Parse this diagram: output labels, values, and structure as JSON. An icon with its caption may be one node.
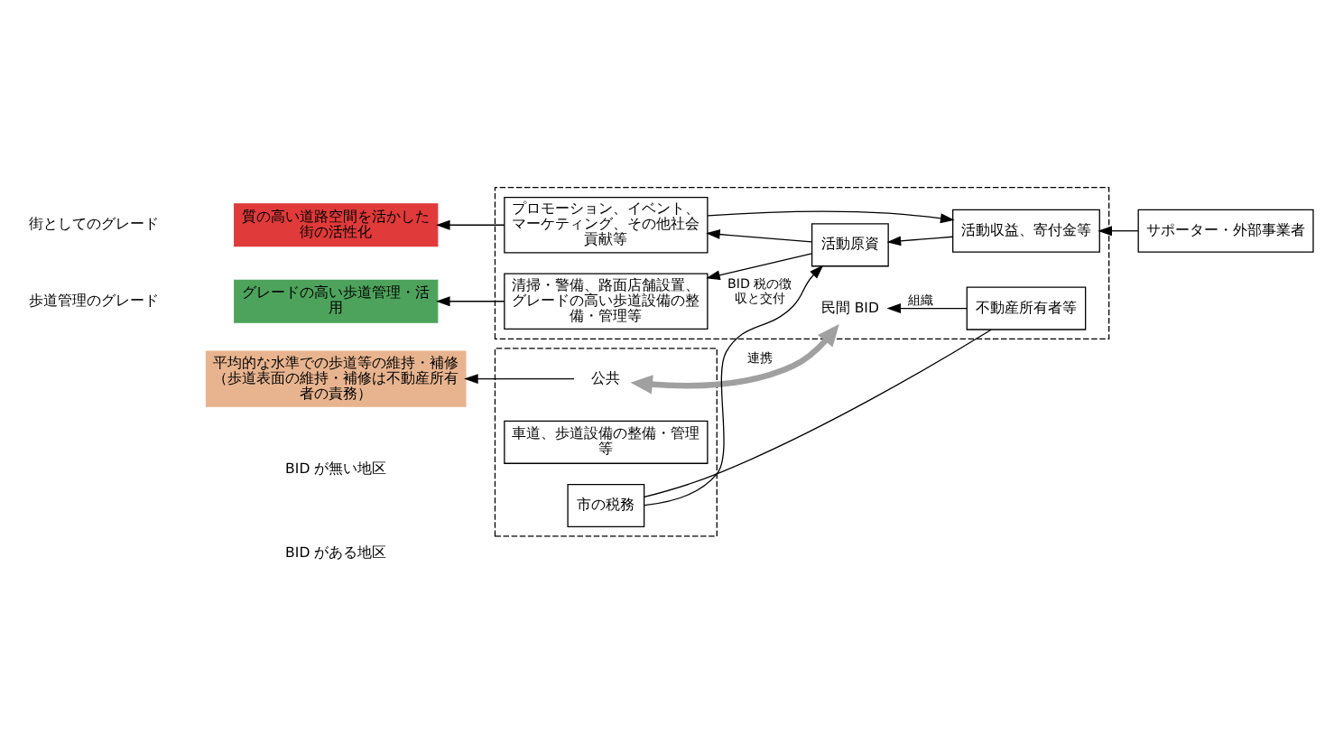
{
  "diagram": {
    "nodes": [
      {
        "text": [
          "サポーター・外部事業者"
        ]
      },
      {
        "text": [],
        "shape": "box"
      },
      {
        "text": [
          "活動収益、寄付金等"
        ],
        "in": 1
      },
      {
        "text": [
          "プロモーション、イベント、マーケティング、その他社会貢献等"
        ],
        "in": 1
      },
      {
        "text": [
          "清掃・警備、路面店舗設置、グレードの高い歩道設備の整備・管理等"
        ],
        "in": 1
      },
      {
        "text": [
          "活動原資"
        ],
        "in": 1
      },
      {
        "text": [
          "民間 BID"
        ],
        "in": 1
      },
      {
        "text": [
          "不動産所有者等"
        ],
        "in": 1
      },
      {
        "text": [],
        "shape": "box"
      },
      {
        "text": [
          "公共"
        ],
        "in": 8
      },
      {
        "text": [
          "車道、歩道設備の整備・管理等"
        ],
        "in": 8
      },
      {
        "text": [
          "市の税務"
        ],
        "in": 8
      },
      {
        "text": [
          "質の高い道路空間を活かした街の活性化"
        ]
      },
      {
        "text": [
          "グレードの高い歩道管理・活用"
        ]
      },
      {
        "text": [
          "平均的な水準での歩道等の維持・補修",
          "（歩道表面の維持・補修は不動産所有者の責務）"
        ]
      }
    ],
    "edges": [
      {
        "from": 0,
        "to": 2,
        "arrow": "to"
      },
      {
        "from": 3,
        "to": 2,
        "arrow": "to"
      },
      {
        "from": 2,
        "to": 5,
        "arrow": "to"
      },
      {
        "from": 5,
        "to": 3,
        "arrow": "to"
      },
      {
        "from": 5,
        "to": 4,
        "arrow": "to"
      },
      {
        "from": 3,
        "to": 12,
        "arrow": "to"
      },
      {
        "from": 4,
        "to": 13,
        "arrow": "to"
      },
      {
        "from": 9,
        "to": 14,
        "arrow": "to"
      },
      {
        "from": 7,
        "to": 6,
        "arrow": "to",
        "label": "組織"
      },
      {
        "from": 6,
        "to": 9,
        "arrow": "both",
        "label": "連携",
        "style": "thick",
        "color": "#a0a0a0"
      },
      {
        "from": 7,
        "to": 11,
        "arrow": "none"
      },
      {
        "from": 11,
        "to": 5,
        "arrow": "to",
        "label": "BID 税の徴収と交付"
      }
    ],
    "labels": [
      "街としてのグレード",
      "歩道管理のグレード",
      "BID が無い地区",
      "BID がある地区"
    ]
  }
}
